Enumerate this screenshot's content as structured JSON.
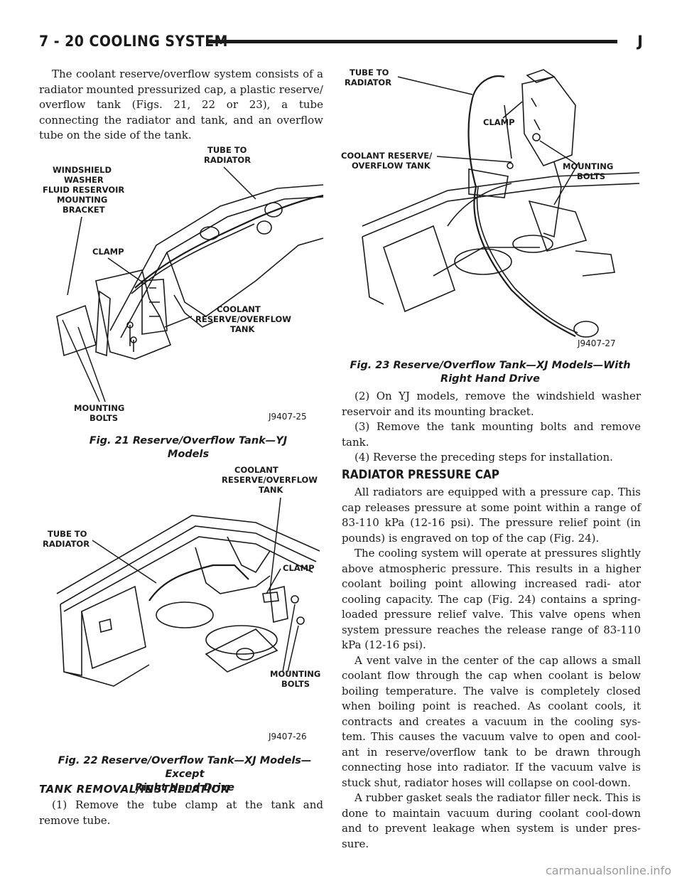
{
  "header": {
    "section": "7 - 20   COOLING SYSTEM",
    "letter": "J"
  },
  "left_intro": "The coolant reserve/overflow system consists of a radiator mounted pressurized cap, a plastic reserve/ overflow tank (Figs. 21, 22 or 23), a tube connecting the radiator and tank, and an overflow tube on the side of the tank.",
  "fig21": {
    "labels": {
      "tube": [
        "TUBE TO",
        "RADIATOR"
      ],
      "washer": [
        "WINDSHIELD",
        "WASHER",
        "FLUID RESERVOIR",
        "MOUNTING",
        "BRACKET"
      ],
      "clamp": "CLAMP",
      "tank": [
        "COOLANT",
        "RESERVE/OVERFLOW",
        "TANK"
      ],
      "bolts": [
        "MOUNTING",
        "BOLTS"
      ],
      "code": "J9407-25"
    },
    "caption": "Fig. 21 Reserve/Overflow Tank—YJ Models"
  },
  "fig22": {
    "labels": {
      "tank": [
        "COOLANT",
        "RESERVE/OVERFLOW",
        "TANK"
      ],
      "tube": [
        "TUBE TO",
        "RADIATOR"
      ],
      "clamp": "CLAMP",
      "bolts": [
        "MOUNTING",
        "BOLTS"
      ],
      "code": "J9407-26"
    },
    "caption": [
      "Fig. 22 Reserve/Overflow Tank—XJ Models—Except",
      "Right Hand Drive"
    ]
  },
  "tank_removal": {
    "heading": "TANK REMOVAL/INSTALLATION",
    "step1": "(1) Remove the tube clamp at the tank and remove tube."
  },
  "fig23": {
    "labels": {
      "tube": [
        "TUBE TO",
        "RADIATOR"
      ],
      "clamp": "CLAMP",
      "tank": [
        "COOLANT RESERVE/",
        "OVERFLOW TANK"
      ],
      "bolts": [
        "MOUNTING",
        "BOLTS"
      ],
      "code": "J9407-27"
    },
    "caption": [
      "Fig. 23 Reserve/Overflow Tank—XJ Models—With",
      "Right Hand Drive"
    ]
  },
  "right_steps": {
    "step2": "(2) On YJ models, remove the windshield washer reservoir and its mounting bracket.",
    "step3": "(3) Remove the tank mounting bolts and remove tank.",
    "step4": "(4) Reverse the preceding steps for installation."
  },
  "pressure_cap": {
    "heading": "RADIATOR PRESSURE CAP",
    "p1": "All radiators are equipped with a pressure cap. This cap releases pressure at some point within a range of 83-110 kPa (12-16 psi). The pressure relief point (in pounds) is engraved on top of the cap (Fig. 24).",
    "p2": "The cooling system will operate at pressures slightly above atmospheric pressure. This results in a higher coolant boiling point allowing increased radi- ator cooling capacity. The cap (Fig. 24) contains a spring-loaded pressure relief valve. This valve opens when system pressure reaches the release range of 83-110 kPa (12-16 psi).",
    "p3": "A vent valve in the center of the cap allows a small coolant flow through the cap when coolant is below boiling temperature. The valve is completely closed when boiling point is reached. As coolant cools, it contracts and creates a vacuum in the cooling sys- tem. This causes the vacuum valve to open and cool- ant in reserve/overflow tank to be drawn through connecting hose into radiator. If the vacuum valve is stuck shut, radiator hoses will collapse on cool-down.",
    "p4": "A rubber gasket seals the radiator filler neck. This is done to maintain vacuum during coolant cool-down and to prevent leakage when system is under pres- sure."
  },
  "watermark": "carmanualsonline.info"
}
